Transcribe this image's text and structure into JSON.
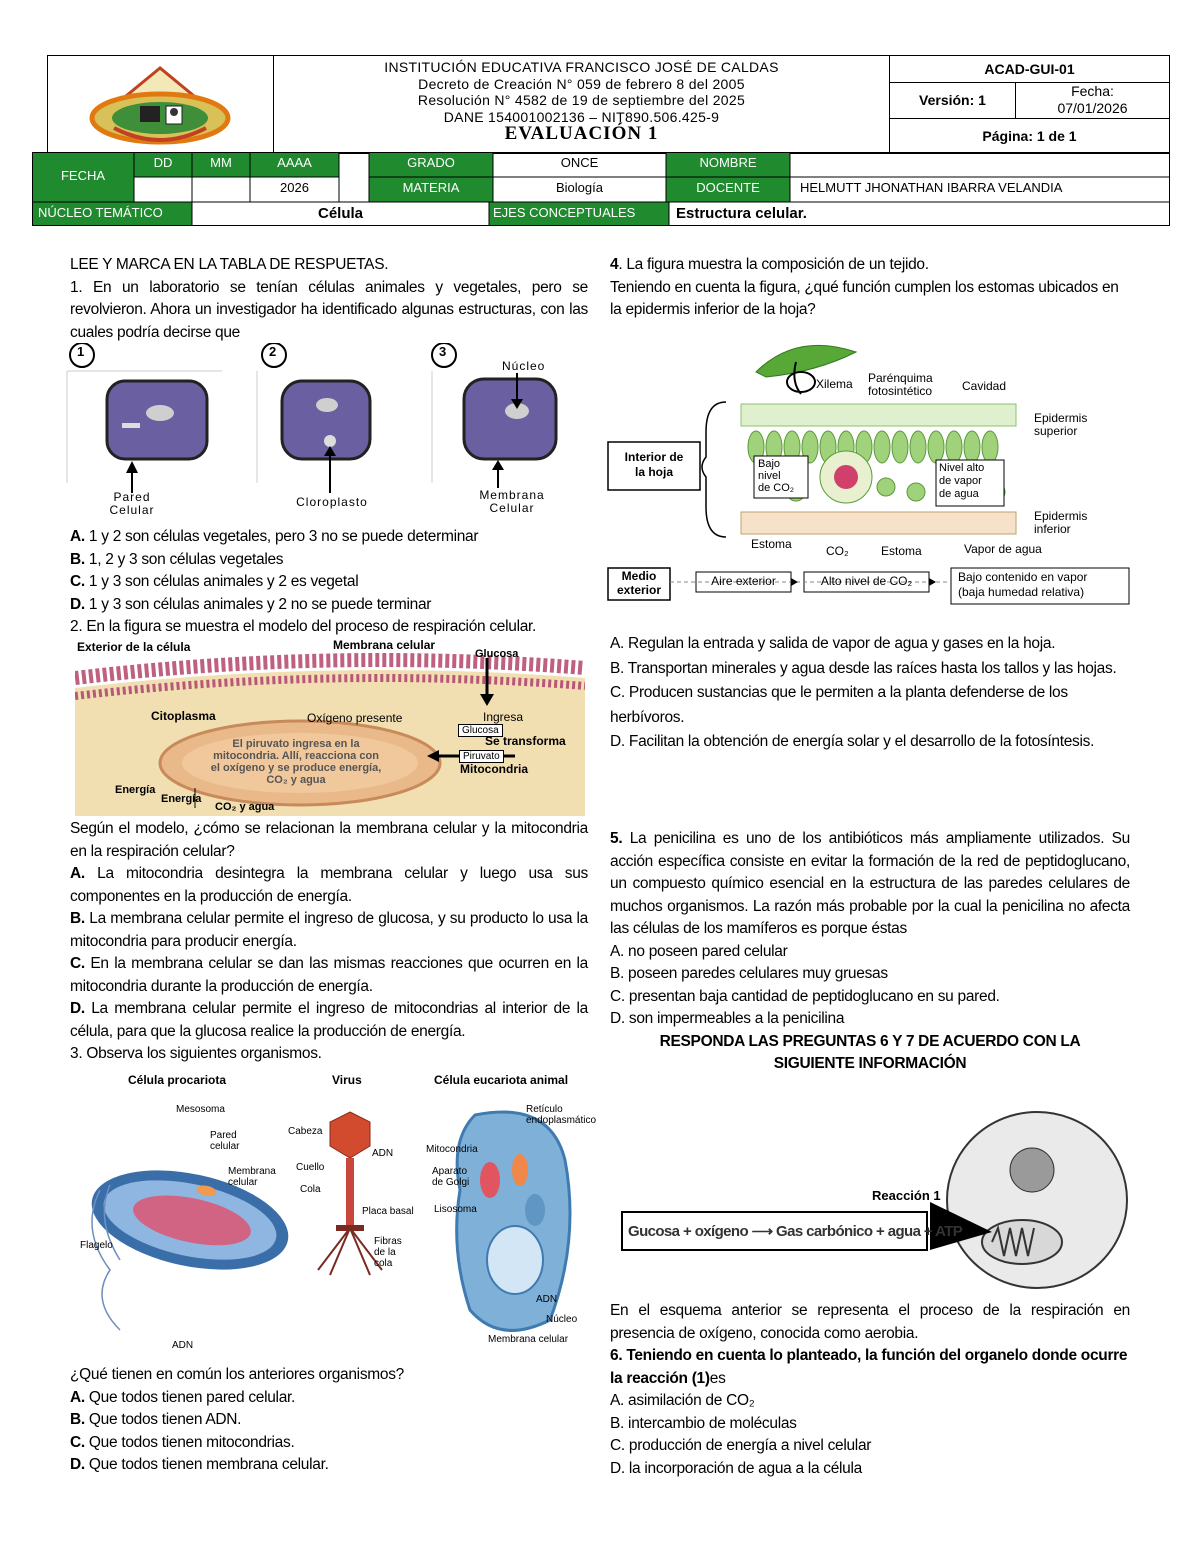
{
  "header": {
    "institution": "INSTITUCIÓN EDUCATIVA FRANCISCO JOSÉ DE CALDAS",
    "decree": "Decreto de Creación N° 059 de febrero 8 del 2005",
    "resolution": "Resolución N° 4582 de 19 de septiembre del 2025",
    "dane": "DANE 154001002136 – NIT890.506.425-9",
    "title": "EVALUACIÓN 1",
    "code": "ACAD-GUI-01",
    "version": "Versión: 1",
    "date_label": "Fecha:",
    "date_value": "07/01/2026",
    "page": "Página: 1 de 1"
  },
  "info": {
    "fecha": "FECHA",
    "dd": "DD",
    "mm": "MM",
    "aaaa": "AAAA",
    "year": "2026",
    "grado_label": "GRADO",
    "grado_value": "ONCE",
    "nombre_label": "NOMBRE",
    "materia_label": "MATERIA",
    "materia_value": "Biología",
    "docente_label": "DOCENTE",
    "docente_value": "HELMUTT JHONATHAN IBARRA VELANDIA",
    "nucleo_label": "NÚCLEO TEMÁTICO",
    "nucleo_value": "Célula",
    "ejes_label": "EJES CONCEPTUALES",
    "ejes_value": "Estructura celular."
  },
  "left": {
    "instruction": "LEE Y MARCA EN LA TABLA DE RESPUETAS.",
    "q1": "1. En un laboratorio se tenían células animales y vegetales, pero se revolvieron. Ahora un investigador ha identificado algunas estructuras, con las cuales podría decirse que",
    "q1_fig": {
      "n1": "1",
      "n2": "2",
      "n3": "3",
      "l1a": "Pared",
      "l1b": "Celular",
      "l2": "Cloroplasto",
      "l3a": "Membrana",
      "l3b": "Celular",
      "l3top": "Núcleo"
    },
    "q1_opts": [
      {
        "k": "A.",
        "t": " 1 y 2 son células vegetales, pero 3 no se puede determinar"
      },
      {
        "k": "B.",
        "t": " 1, 2 y 3 son células vegetales"
      },
      {
        "k": "C.",
        "t": " 1 y 3 son células animales y 2 es vegetal"
      },
      {
        "k": "D.",
        "t": " 1 y 3 son células animales y 2 no se puede terminar"
      }
    ],
    "q2": "2. En la figura se muestra el modelo del proceso de respiración celular.",
    "q2_fig": {
      "ext": "Exterior de la célula",
      "mem": "Membrana celular",
      "glu": "Glucosa",
      "cito": "Citoplasma",
      "oxi": "Oxígeno presente",
      "ingresa": "Ingresa",
      "glucosa2": "Glucosa",
      "transforma": "Se transforma",
      "piruvato": "Piruvato",
      "mito": "Mitocondria",
      "t1": "El piruvato ingresa en la",
      "t2": "mitocondria. Allí, reacciona con",
      "t3": "el oxígeno y se produce energía,",
      "t4": "CO₂ y agua",
      "energia": "Energía",
      "energia2": "Energía",
      "co2agua": "CO₂ y agua"
    },
    "q2_ask": "Según el modelo, ¿cómo se relacionan la membrana celular y la mitocondria en la respiración celular?",
    "q2_opts": [
      {
        "k": "A.",
        "t": " La mitocondria desintegra la membrana celular y luego usa sus componentes en la producción de energía."
      },
      {
        "k": "B.",
        "t": " La membrana celular permite el ingreso de glucosa, y su producto lo usa la mitocondria para producir energía."
      },
      {
        "k": "C.",
        "t": " En la membrana celular se dan las mismas reacciones que ocurren en la mitocondria durante la producción de energía."
      },
      {
        "k": "D.",
        "t": " La membrana celular permite el ingreso de mitocondrias al interior de la célula, para que la glucosa realice la producción de energía."
      }
    ],
    "q3": "3. Observa los siguientes organismos.",
    "q3_fig": {
      "proc": "Célula procariota",
      "virus": "Virus",
      "euc": "Célula eucariota animal",
      "meso": "Mesosoma",
      "pared": "Pared",
      "celular": "celular",
      "memb": "Membrana",
      "memb2": "celular",
      "flag": "Flagelo",
      "adn": "ADN",
      "cabeza": "Cabeza",
      "adnv": "ADN",
      "cuello": "Cuello",
      "cola": "Cola",
      "placa": "Placa basal",
      "fibras": "Fibras",
      "dela": "de la",
      "colav": "cola",
      "ret1": "Retículo",
      "ret2": "endoplasmático",
      "mito": "Mitocondria",
      "apa1": "Aparato",
      "apa2": "de Golgi",
      "liso": "Lisosoma",
      "adne": "ADN",
      "nucleo": "Núcleo",
      "membe": "Membrana celular"
    },
    "q3_ask": "¿Qué tienen en común los anteriores organismos?",
    "q3_opts": [
      {
        "k": "A.",
        "t": " Que todos tienen pared celular."
      },
      {
        "k": "B.",
        "t": " Que todos tienen ADN."
      },
      {
        "k": "C.",
        "t": " Que todos tienen mitocondrias."
      },
      {
        "k": "D.",
        "t": " Que todos tienen membrana celular."
      }
    ]
  },
  "right": {
    "q4_num": "4",
    "q4": ". La figura muestra la composición de un tejido.",
    "q4_ask": "Teniendo en cuenta la figura, ¿qué función cumplen los estomas ubicados en la epidermis inferior de la hoja?",
    "q4_fig": {
      "xilema": "Xilema",
      "par1": "Parénquima",
      "par2": "fotosintético",
      "cav": "Cavidad",
      "epi1": "Epidermis",
      "epi1b": "superior",
      "int1": "Interior de",
      "int2": "la hoja",
      "bajo1": "Bajo",
      "bajo2": "nivel",
      "bajo3": "de CO₂",
      "alto1": "Nivel alto",
      "alto2": "de vapor",
      "alto3": "de agua",
      "epi2": "Epidermis",
      "epi2b": "inferior",
      "estoma": "Estoma",
      "co2": "CO₂",
      "estoma2": "Estoma",
      "vapor": "Vapor de agua",
      "med1": "Medio",
      "med2": "exterior",
      "aire": "Aire exterior",
      "altoco2": "Alto nivel de CO₂",
      "bc1": "Bajo contenido en vapor",
      "bc2": "(baja humedad relativa)"
    },
    "q4_opts": [
      "A. Regulan la entrada y salida de vapor de agua y gases en la hoja.",
      "B. Transportan minerales y agua desde las raíces hasta los tallos y las hojas.",
      "C. Producen sustancias que le permiten a la planta defenderse de los herbívoros.",
      "D. Facilitan la obtención de energía solar y el desarrollo de la fotosíntesis."
    ],
    "q5_num": "5.",
    "q5": " La penicilina es uno de los antibióticos más ampliamente utilizados. Su acción específica consiste en evitar la formación de la red de peptidoglucano, un compuesto químico esencial en la estructura de las paredes celulares de muchos organismos. La razón más probable por la cual la penicilina no afecta las células de los mamíferos es porque éstas",
    "q5_opts": [
      "A. no poseen pared celular",
      "B. poseen paredes celulares muy gruesas",
      "C. presentan baja cantidad de peptidoglucano en su pared.",
      "D. son impermeables a la penicilina"
    ],
    "respond": "RESPONDA LAS PREGUNTAS 6 Y 7 DE ACUERDO CON LA SIGUIENTE INFORMACIÓN",
    "q6_fig": {
      "reaccion": "Reacción 1",
      "eq": "Gucosa + oxígeno ⟶ Gas carbónico + agua + ATP"
    },
    "q6_intro": "En el esquema anterior se representa el proceso de la respiración en presencia de oxígeno, conocida como aerobia.",
    "q6": "6. Teniendo en cuenta lo planteado, la función del organelo donde ocurre la reacción (1)",
    "q6_es": "es",
    "q6_opts": [
      "A. asimilación de CO₂",
      "B. intercambio de moléculas",
      "C. producción de energía a nivel celular",
      "D. la incorporación de agua a la célula"
    ]
  }
}
